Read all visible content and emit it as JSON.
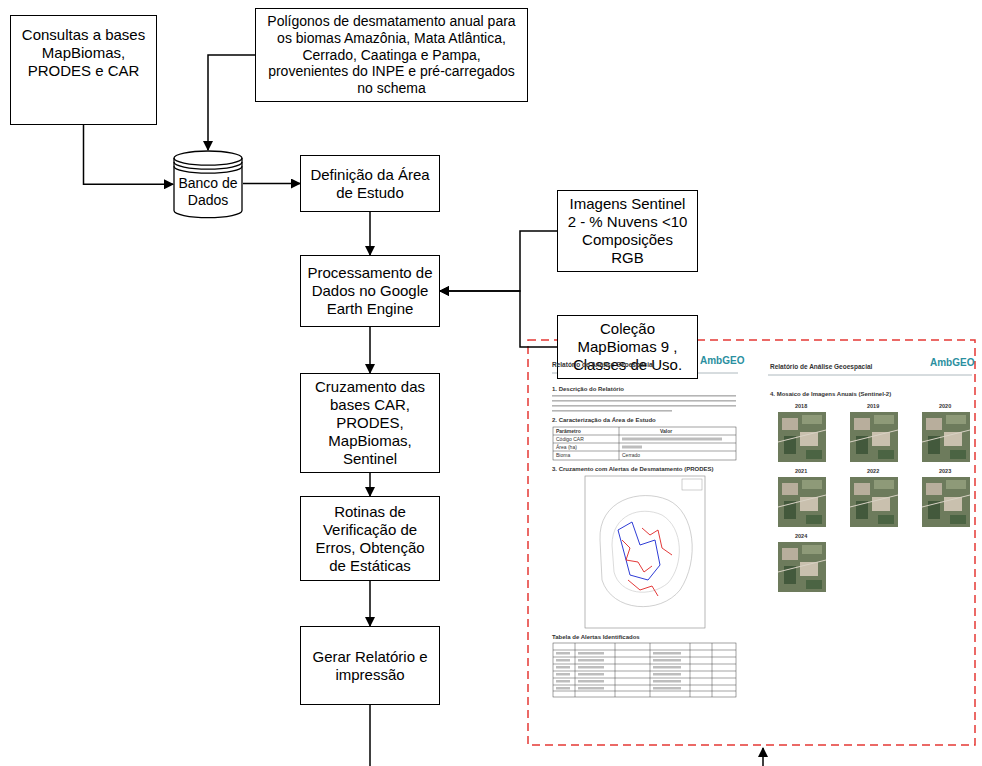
{
  "diagram": {
    "nodes": [
      {
        "text": [
          "Consultas a bases MapBiomas, PRODES e CAR"
        ]
      },
      {
        "text": [
          "Polígonos de desmatamento anual para os biomas Amazônia, Mata Atlântica, Cerrado, Caatinga e Pampa, provenientes do INPE e pré-carregados no schema"
        ]
      },
      {
        "text": [
          "Banco de Dados"
        ]
      },
      {
        "text": [
          "Definição da Área de Estudo"
        ]
      },
      {
        "text": [
          "Imagens Sentinel 2 - % Nuvens <10 Composições RGB"
        ]
      },
      {
        "text": [
          "Processamento de Dados no Google Earth Engine"
        ]
      },
      {
        "text": [
          "Coleção MapBiomas 9 , Classes de Uso."
        ]
      },
      {
        "text": [
          "Cruzamento das bases CAR, PRODES, MapBiomas, Sentinel"
        ]
      },
      {
        "text": [
          "Rotinas de Verificação de Erros, Obtenção de Estáticas"
        ]
      },
      {
        "text": [
          "Gerar Relatório e impressão"
        ]
      }
    ],
    "edges": [
      {
        "from": 0,
        "to": 2,
        "arrow": "to"
      },
      {
        "from": 1,
        "to": 2,
        "arrow": "to"
      },
      {
        "from": 2,
        "to": 3,
        "arrow": "to"
      },
      {
        "from": 3,
        "to": 5,
        "arrow": "to"
      },
      {
        "from": 4,
        "to": 5,
        "arrow": "to"
      },
      {
        "from": 6,
        "to": 5,
        "arrow": "to"
      },
      {
        "from": 5,
        "to": 7,
        "arrow": "to"
      },
      {
        "from": 7,
        "to": 8,
        "arrow": "to"
      },
      {
        "from": 8,
        "to": 9,
        "arrow": "to"
      }
    ],
    "labels": [
      "Relatório de Análise Geoespacial",
      "AmbGEO",
      "1. Descrição do Relatório",
      "2. Caracterização da Área de Estudo",
      "Parâmetro",
      "Valor",
      "Código CAR",
      "Área (ha)",
      "Bioma",
      "Cerrado",
      "3. Cruzamento com Alertas de Desmatamento (PRODES)",
      "Tabela de Alertas Identificados",
      "Relatório de Análise Geoespacial",
      "AmbGEO",
      "4. Mosaico de Imagens Anuais (Sentinel-2)",
      "2018",
      "2019",
      "2020",
      "2021",
      "2022",
      "2023",
      "2024"
    ]
  }
}
